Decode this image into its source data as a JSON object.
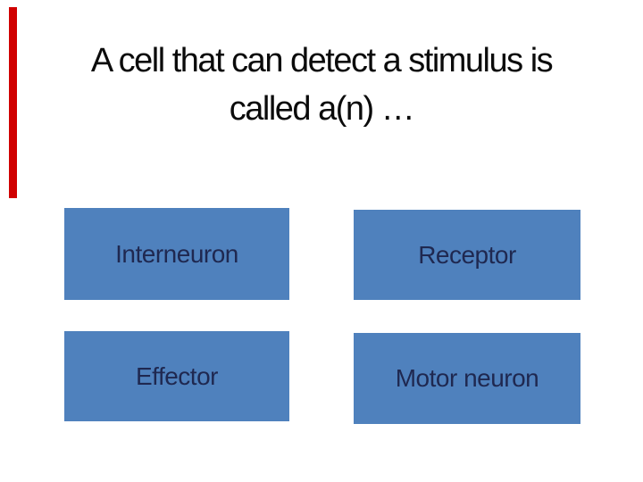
{
  "slide": {
    "title_line1": "A cell that can detect a stimulus is",
    "title_line2": "called a(n) …",
    "answers": [
      {
        "label": "Interneuron"
      },
      {
        "label": "Receptor"
      },
      {
        "label": "Effector"
      },
      {
        "label": "Motor neuron"
      }
    ],
    "colors": {
      "background": "#ffffff",
      "accent_bar": "#d00000",
      "title_text": "#0b0b0b",
      "answer_fill": "#4f81bd",
      "answer_text": "#1f2850"
    }
  }
}
